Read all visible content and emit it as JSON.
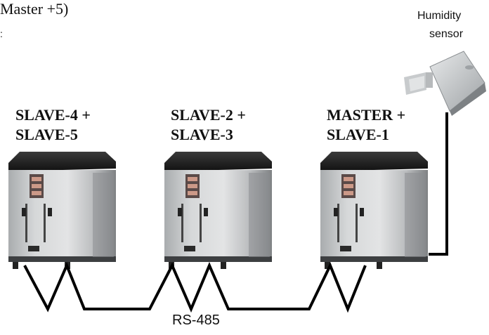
{
  "header": {
    "partial_caption": "Master +5)"
  },
  "units": [
    {
      "line1": "SLAVE-4 +",
      "line2": "SLAVE-5"
    },
    {
      "line1": "SLAVE-2 +",
      "line2": "SLAVE-3"
    },
    {
      "line1": "MASTER +",
      "line2": "SLAVE-1"
    }
  ],
  "sensor": {
    "line1": "Humidity",
    "line2": "sensor"
  },
  "bus": {
    "label": "RS-485"
  },
  "colors": {
    "cabinet_top": "#1c1c1c",
    "cabinet_body": "#c9cbcd",
    "cabinet_shadow": "#8f9294",
    "wire": "#000000"
  }
}
